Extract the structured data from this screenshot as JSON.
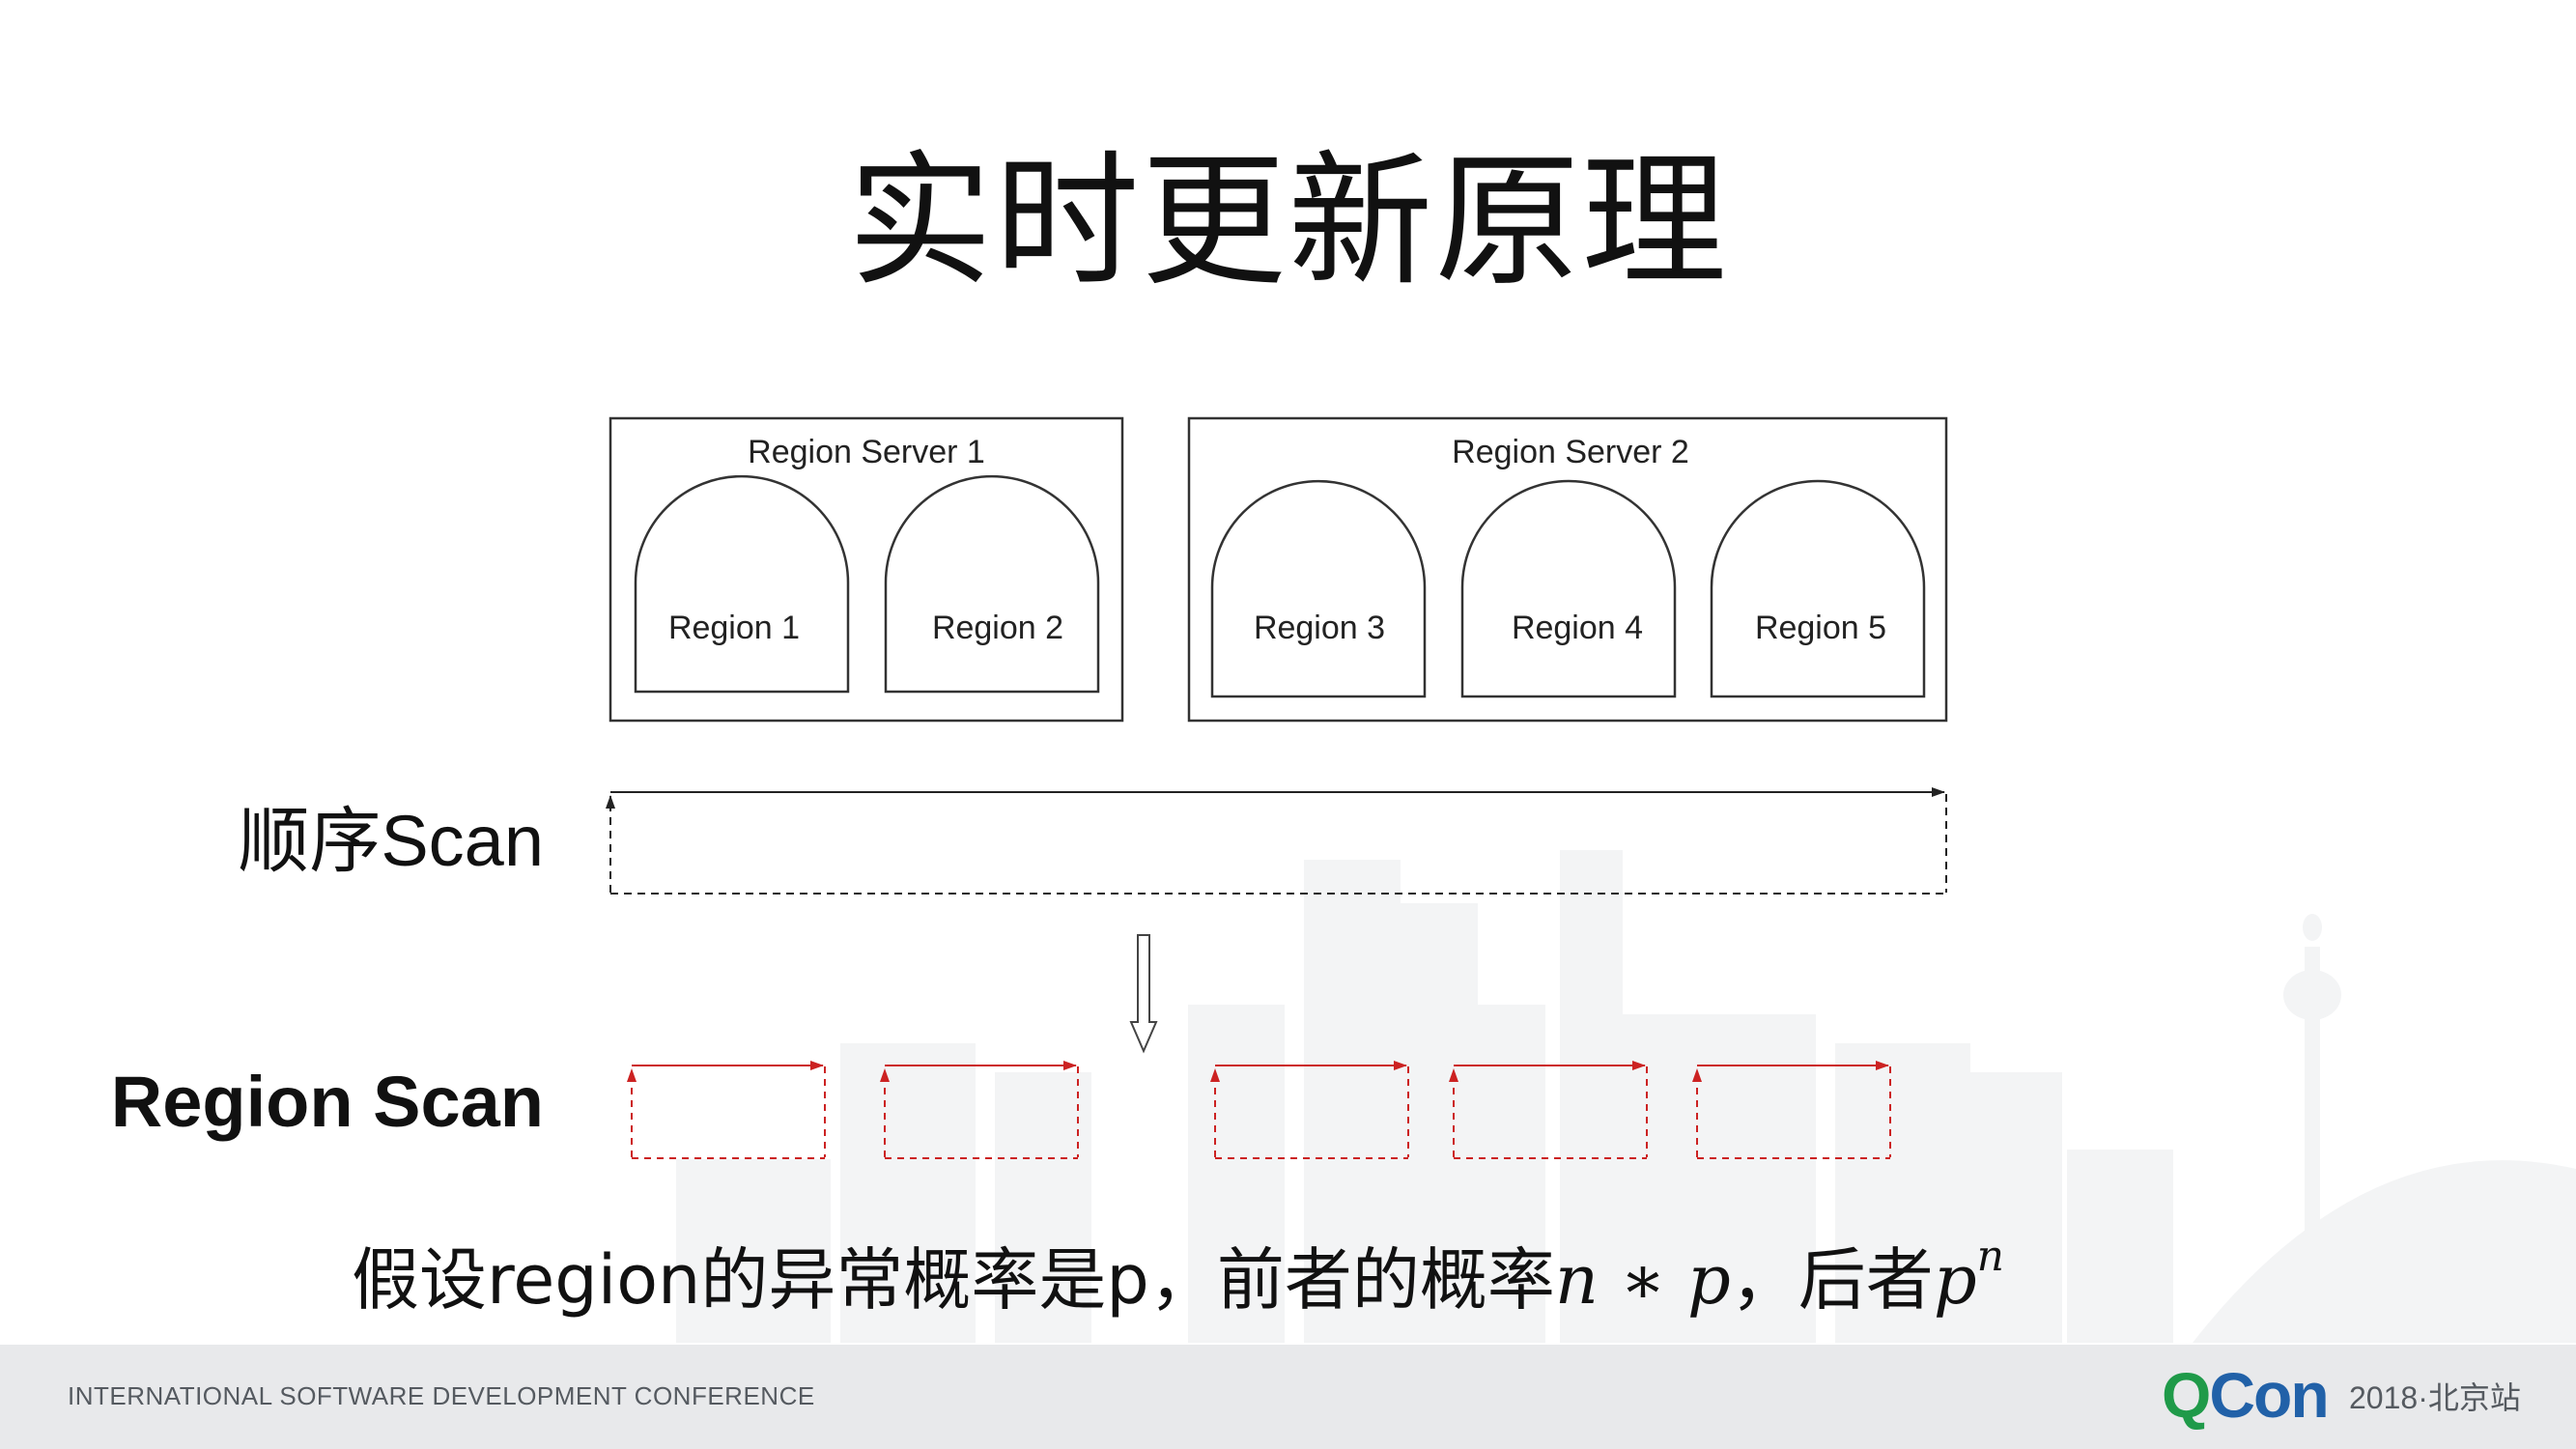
{
  "slide": {
    "title": "实时更新原理"
  },
  "diagram": {
    "servers": [
      {
        "label": "Region Server 1",
        "regions": [
          "Region 1",
          "Region 2"
        ]
      },
      {
        "label": "Region Server 2",
        "regions": [
          "Region 3",
          "Region 4",
          "Region 5"
        ]
      }
    ],
    "sequential_scan_label": "顺序Scan",
    "region_scan_label": "Region Scan",
    "region_scan_color": "#cc2222"
  },
  "formula": {
    "text": "假设region的异常概率是p，前者的概率",
    "expr1": "n ∗ p",
    "sep": "，后者",
    "base": "p",
    "exp": "n"
  },
  "footer": {
    "conference": "INTERNATIONAL SOFTWARE DEVELOPMENT CONFERENCE",
    "logo_q": "Q",
    "logo_con": "Con",
    "event": "2018·北京站",
    "logo_colors": {
      "q": "#1f9a49",
      "con": "#2161a8"
    }
  }
}
